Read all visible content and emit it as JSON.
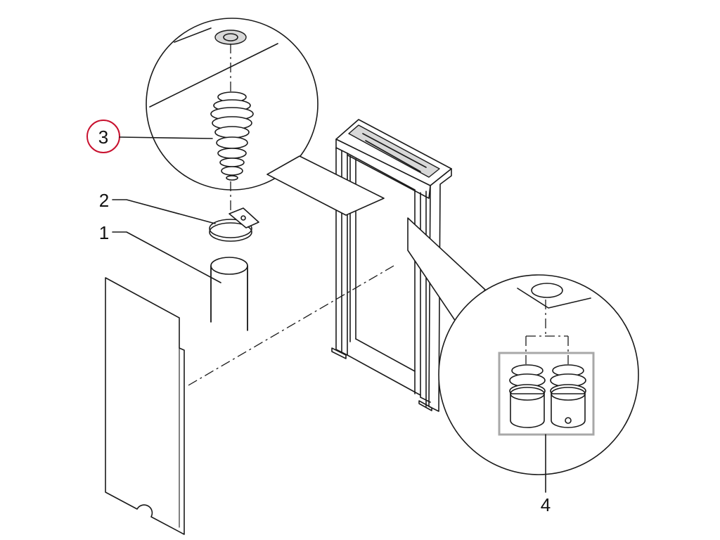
{
  "callouts": {
    "item1": "1",
    "item2": "2",
    "item3": "3",
    "item4": "4"
  },
  "colors": {
    "line": "#1a1a1a",
    "highlight_circle": "#c8102e",
    "highlight_box": "#a8a8a8",
    "background": "#ffffff"
  },
  "highlighted_callout": "3"
}
